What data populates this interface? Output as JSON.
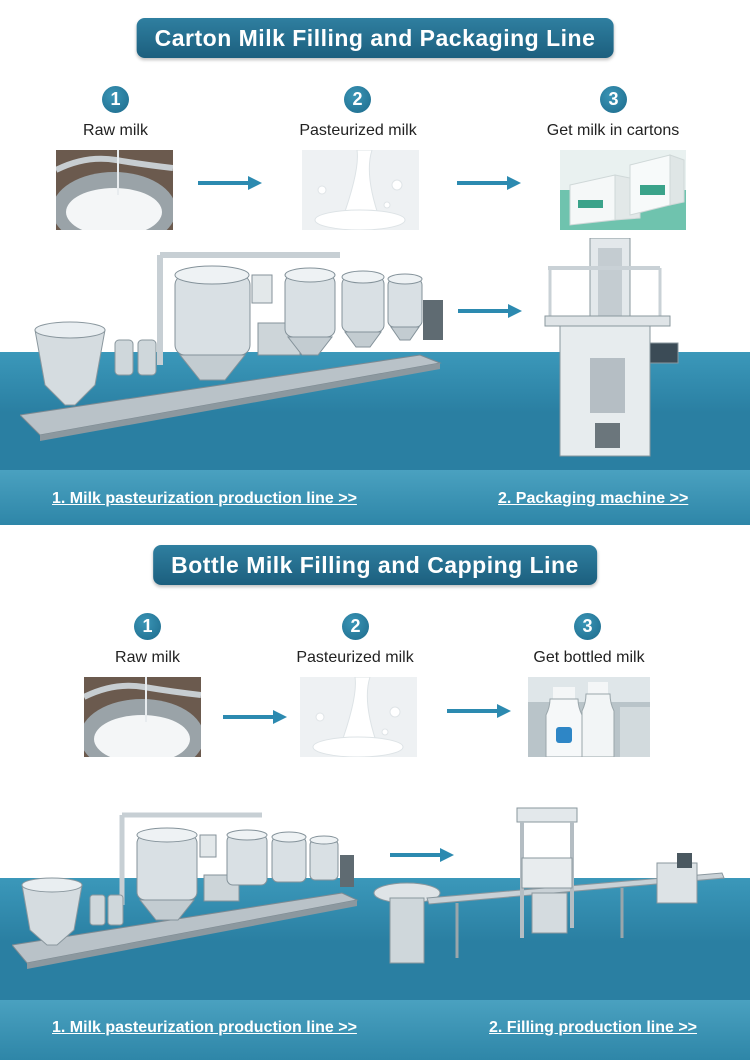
{
  "section1": {
    "title": "Carton Milk Filling and Packaging Line",
    "steps": [
      {
        "num": "1",
        "label": "Raw milk"
      },
      {
        "num": "2",
        "label": "Pasteurized milk"
      },
      {
        "num": "3",
        "label": "Get milk in cartons"
      }
    ],
    "links": {
      "left": "1. Milk pasteurization production line >>",
      "right": "2. Packaging machine >>"
    }
  },
  "section2": {
    "title": "Bottle Milk Filling and Capping Line",
    "steps": [
      {
        "num": "1",
        "label": "Raw milk"
      },
      {
        "num": "2",
        "label": "Pasteurized milk"
      },
      {
        "num": "3",
        "label": "Get bottled milk"
      }
    ],
    "links": {
      "left": "1. Milk pasteurization production line >>",
      "right": "2. Filling production line >>"
    }
  },
  "colors": {
    "title_bg": "#1c5f7e",
    "band": "#2a7fa2",
    "step_circle": "#1d6a8b",
    "arrow": "#2c8ab0"
  }
}
